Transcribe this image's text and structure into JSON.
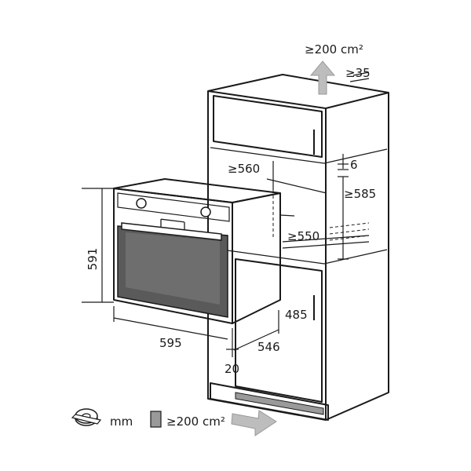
{
  "dimensions": {
    "vent_top": "≥200 cm²",
    "gap_top": "≥35",
    "gap_6": "6",
    "niche_width": "≥560",
    "niche_height": "≥585",
    "niche_depth": "≥550",
    "oven_height": "591",
    "oven_width": "595",
    "oven_depth": "546",
    "front_20": "20",
    "height_485": "485"
  },
  "legend": {
    "unit_label": "mm",
    "vent_label": "≥200 cm²"
  },
  "colors": {
    "outline": "#1a1a1a",
    "oven_glass": "#5a5a5a",
    "vent_fill": "#9a9a9a",
    "arrow_fill": "#bdbdbd"
  },
  "icons": [
    "tape-measure-icon",
    "vent-area-icon",
    "airflow-arrow-icon"
  ]
}
